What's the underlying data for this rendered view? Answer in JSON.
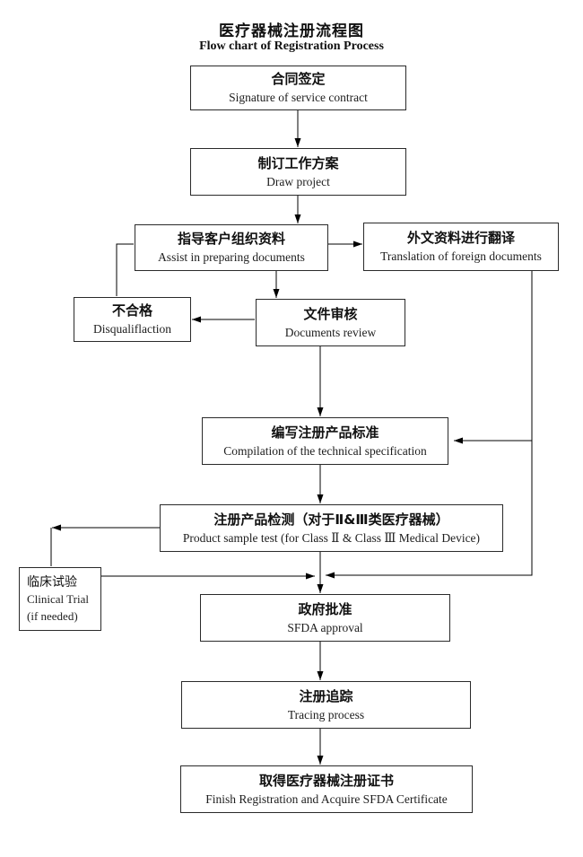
{
  "title": {
    "zh": "医疗器械注册流程图",
    "en": "Flow chart of Registration Process"
  },
  "nodes": {
    "contract": {
      "zh": "合同签定",
      "en": "Signature of service contract"
    },
    "project": {
      "zh": "制订工作方案",
      "en": "Draw project"
    },
    "assist": {
      "zh": "指导客户组织资料",
      "en": "Assist in preparing documents"
    },
    "translation": {
      "zh": "外文资料进行翻译",
      "en": "Translation of foreign documents"
    },
    "disqualify": {
      "zh": "不合格",
      "en": "Disqualiflaction"
    },
    "review": {
      "zh": "文件审核",
      "en": "Documents review"
    },
    "compilation": {
      "zh": "编写注册产品标准",
      "en": "Compilation of the technical specification"
    },
    "sample_test": {
      "zh": "注册产品检测（对于Ⅱ&Ⅲ类医疗器械）",
      "en": "Product sample test (for Class Ⅱ & Class Ⅲ Medical Device)"
    },
    "clinical": {
      "zh": "临床试验",
      "en": "Clinical Trial",
      "note": "(if needed)"
    },
    "approval": {
      "zh": "政府批准",
      "en": "SFDA approval"
    },
    "tracing": {
      "zh": "注册追踪",
      "en": "Tracing process"
    },
    "certificate": {
      "zh": "取得医疗器械注册证书",
      "en": "Finish Registration and Acquire SFDA Certificate"
    }
  },
  "colors": {
    "background": "#ffffff",
    "line": "#000000",
    "box_border": "#2a2a2a",
    "text": "#111111"
  }
}
